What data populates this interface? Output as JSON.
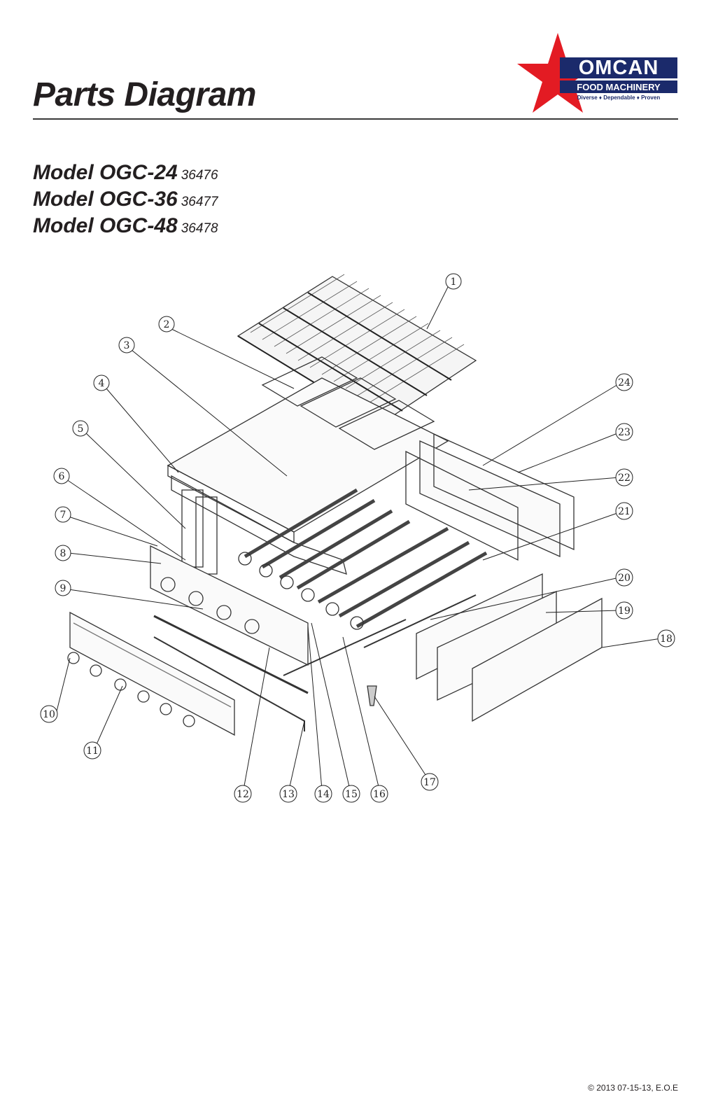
{
  "header": {
    "title": "Parts Diagram",
    "logo": {
      "brand": "OMCAN",
      "subtitle": "FOOD MACHINERY",
      "tagline": "Diverse ♦ Dependable ♦ Proven",
      "star_color": "#e31b23",
      "brand_color": "#1b2a6b"
    }
  },
  "models": [
    {
      "name": "Model OGC-24",
      "code": "36476"
    },
    {
      "name": "Model OGC-36",
      "code": "36477"
    },
    {
      "name": "Model OGC-48",
      "code": "36478"
    }
  ],
  "diagram": {
    "callouts": [
      "1",
      "2",
      "3",
      "4",
      "5",
      "6",
      "7",
      "8",
      "9",
      "10",
      "11",
      "12",
      "13",
      "14",
      "15",
      "16",
      "17",
      "18",
      "19",
      "20",
      "21",
      "22",
      "23",
      "24"
    ]
  },
  "footer": {
    "copyright": "© 2013 07-15-13, E.O.E"
  }
}
